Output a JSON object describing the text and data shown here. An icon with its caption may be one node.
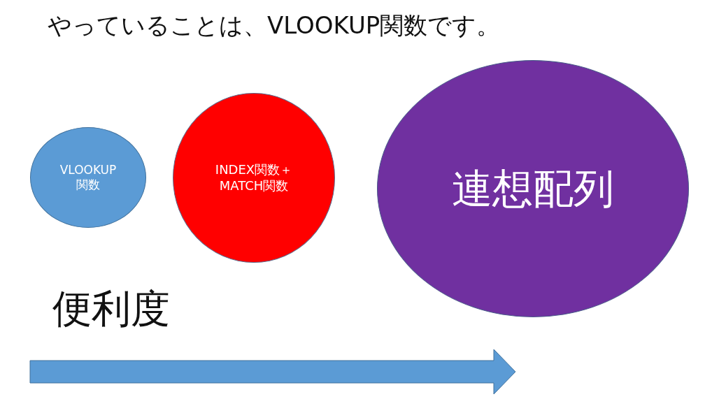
{
  "diagram": {
    "title": "やっていることは、VLOOKUP関数です。",
    "nodes": [
      {
        "text": [
          "VLOOKUP関数"
        ]
      },
      {
        "text": [
          "INDEX関数＋MATCH関数"
        ]
      },
      {
        "text": [
          "連想配列"
        ]
      }
    ],
    "labels": [
      "便利度"
    ]
  }
}
